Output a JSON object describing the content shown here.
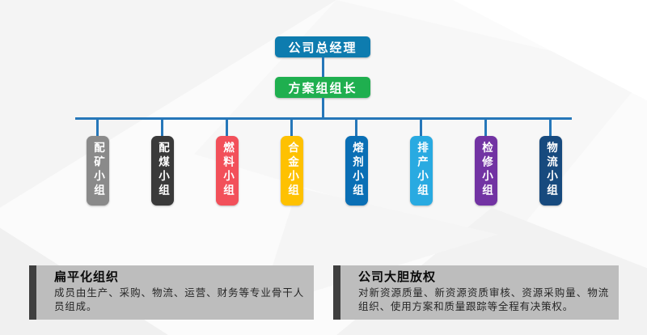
{
  "org": {
    "root": {
      "label": "公司总经理",
      "color": "#0E7CAF"
    },
    "leader": {
      "label": "方案组组长",
      "color": "#1FAF4F"
    },
    "connector_color": "#2677B9",
    "groups": [
      {
        "label": "配矿小组",
        "color": "#8A8A8A"
      },
      {
        "label": "配煤小组",
        "color": "#3A3A3A"
      },
      {
        "label": "燃料小组",
        "color": "#F2505A"
      },
      {
        "label": "合金小组",
        "color": "#FEC101"
      },
      {
        "label": "熔剂小组",
        "color": "#0A6FB5"
      },
      {
        "label": "排产小组",
        "color": "#29AAE1"
      },
      {
        "label": "检修小组",
        "color": "#7233A3"
      },
      {
        "label": "物流小组",
        "color": "#174A7E"
      }
    ]
  },
  "notes": {
    "left": {
      "title": "扁平化组织",
      "body": "成员由生产、采购、物流、运营、财务等专业骨干人员组成。"
    },
    "right": {
      "title": "公司大胆放权",
      "body": "对新资源质量、新资源资质审核、资源采购量、物流组织、使用方案和质量跟踪等全程有决策权。"
    }
  },
  "theme": {
    "background": "#FBFBFB",
    "panel_bg": "#BDBDBD",
    "panel_bar": "#3F3F3F"
  }
}
